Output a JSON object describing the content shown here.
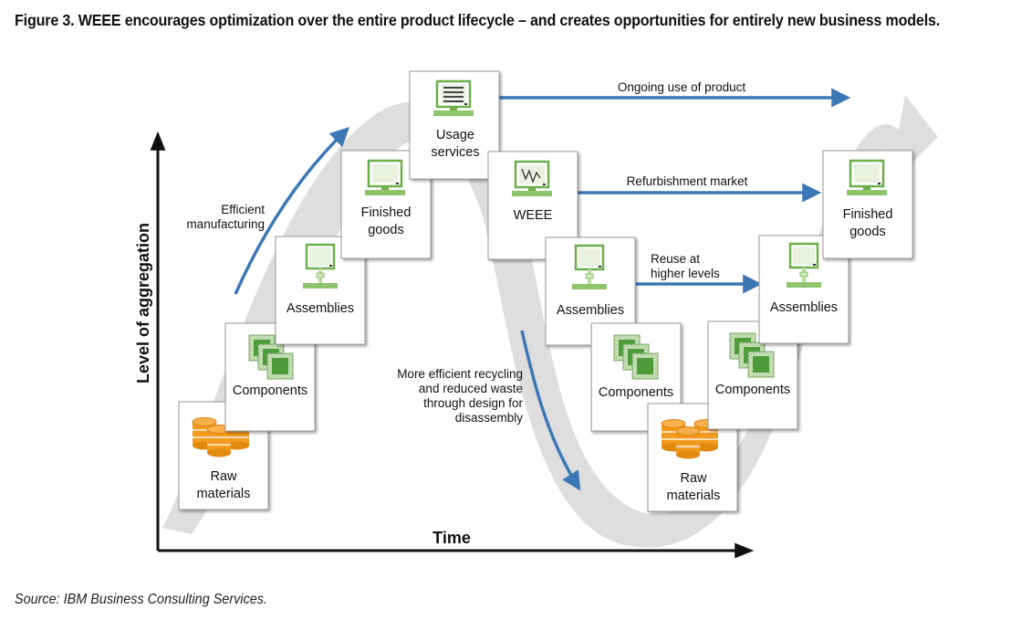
{
  "figure": {
    "title": "Figure 3. WEEE encourages optimization over the entire product lifecycle – and creates opportunities for entirely new business models.",
    "source": "Source: IBM Business Consulting Services."
  },
  "axes": {
    "y_label": "Level of aggregation",
    "x_label": "Time"
  },
  "boxes": {
    "raw_left": [
      "Raw",
      "materials"
    ],
    "components_left": "Components",
    "assemblies_left": "Assemblies",
    "finished_left": [
      "Finished",
      "goods"
    ],
    "usage": [
      "Usage",
      "services"
    ],
    "weee": "WEEE",
    "assemblies_mid": "Assemblies",
    "components_mid": "Components",
    "raw_right": [
      "Raw",
      "materials"
    ],
    "components_right": "Components",
    "assemblies_right": "Assemblies",
    "finished_right": [
      "Finished",
      "goods"
    ]
  },
  "annotations": {
    "efficient_manufacturing": [
      "Efficient",
      "manufacturing"
    ],
    "ongoing_use": "Ongoing use of product",
    "refurbishment": "Refurbishment market",
    "reuse": [
      "Reuse at",
      "higher levels"
    ],
    "recycling": [
      "More efficient recycling",
      "and reduced waste",
      "through design for",
      "disassembly"
    ]
  },
  "colors": {
    "arrow_blue": "#3d78b6",
    "icon_green": "#8fc46a",
    "icon_green_dark": "#4f9a3a",
    "barrel_orange": "#f29a1f",
    "swoosh_gray": "#d9d9d9",
    "box_border": "#888888"
  }
}
